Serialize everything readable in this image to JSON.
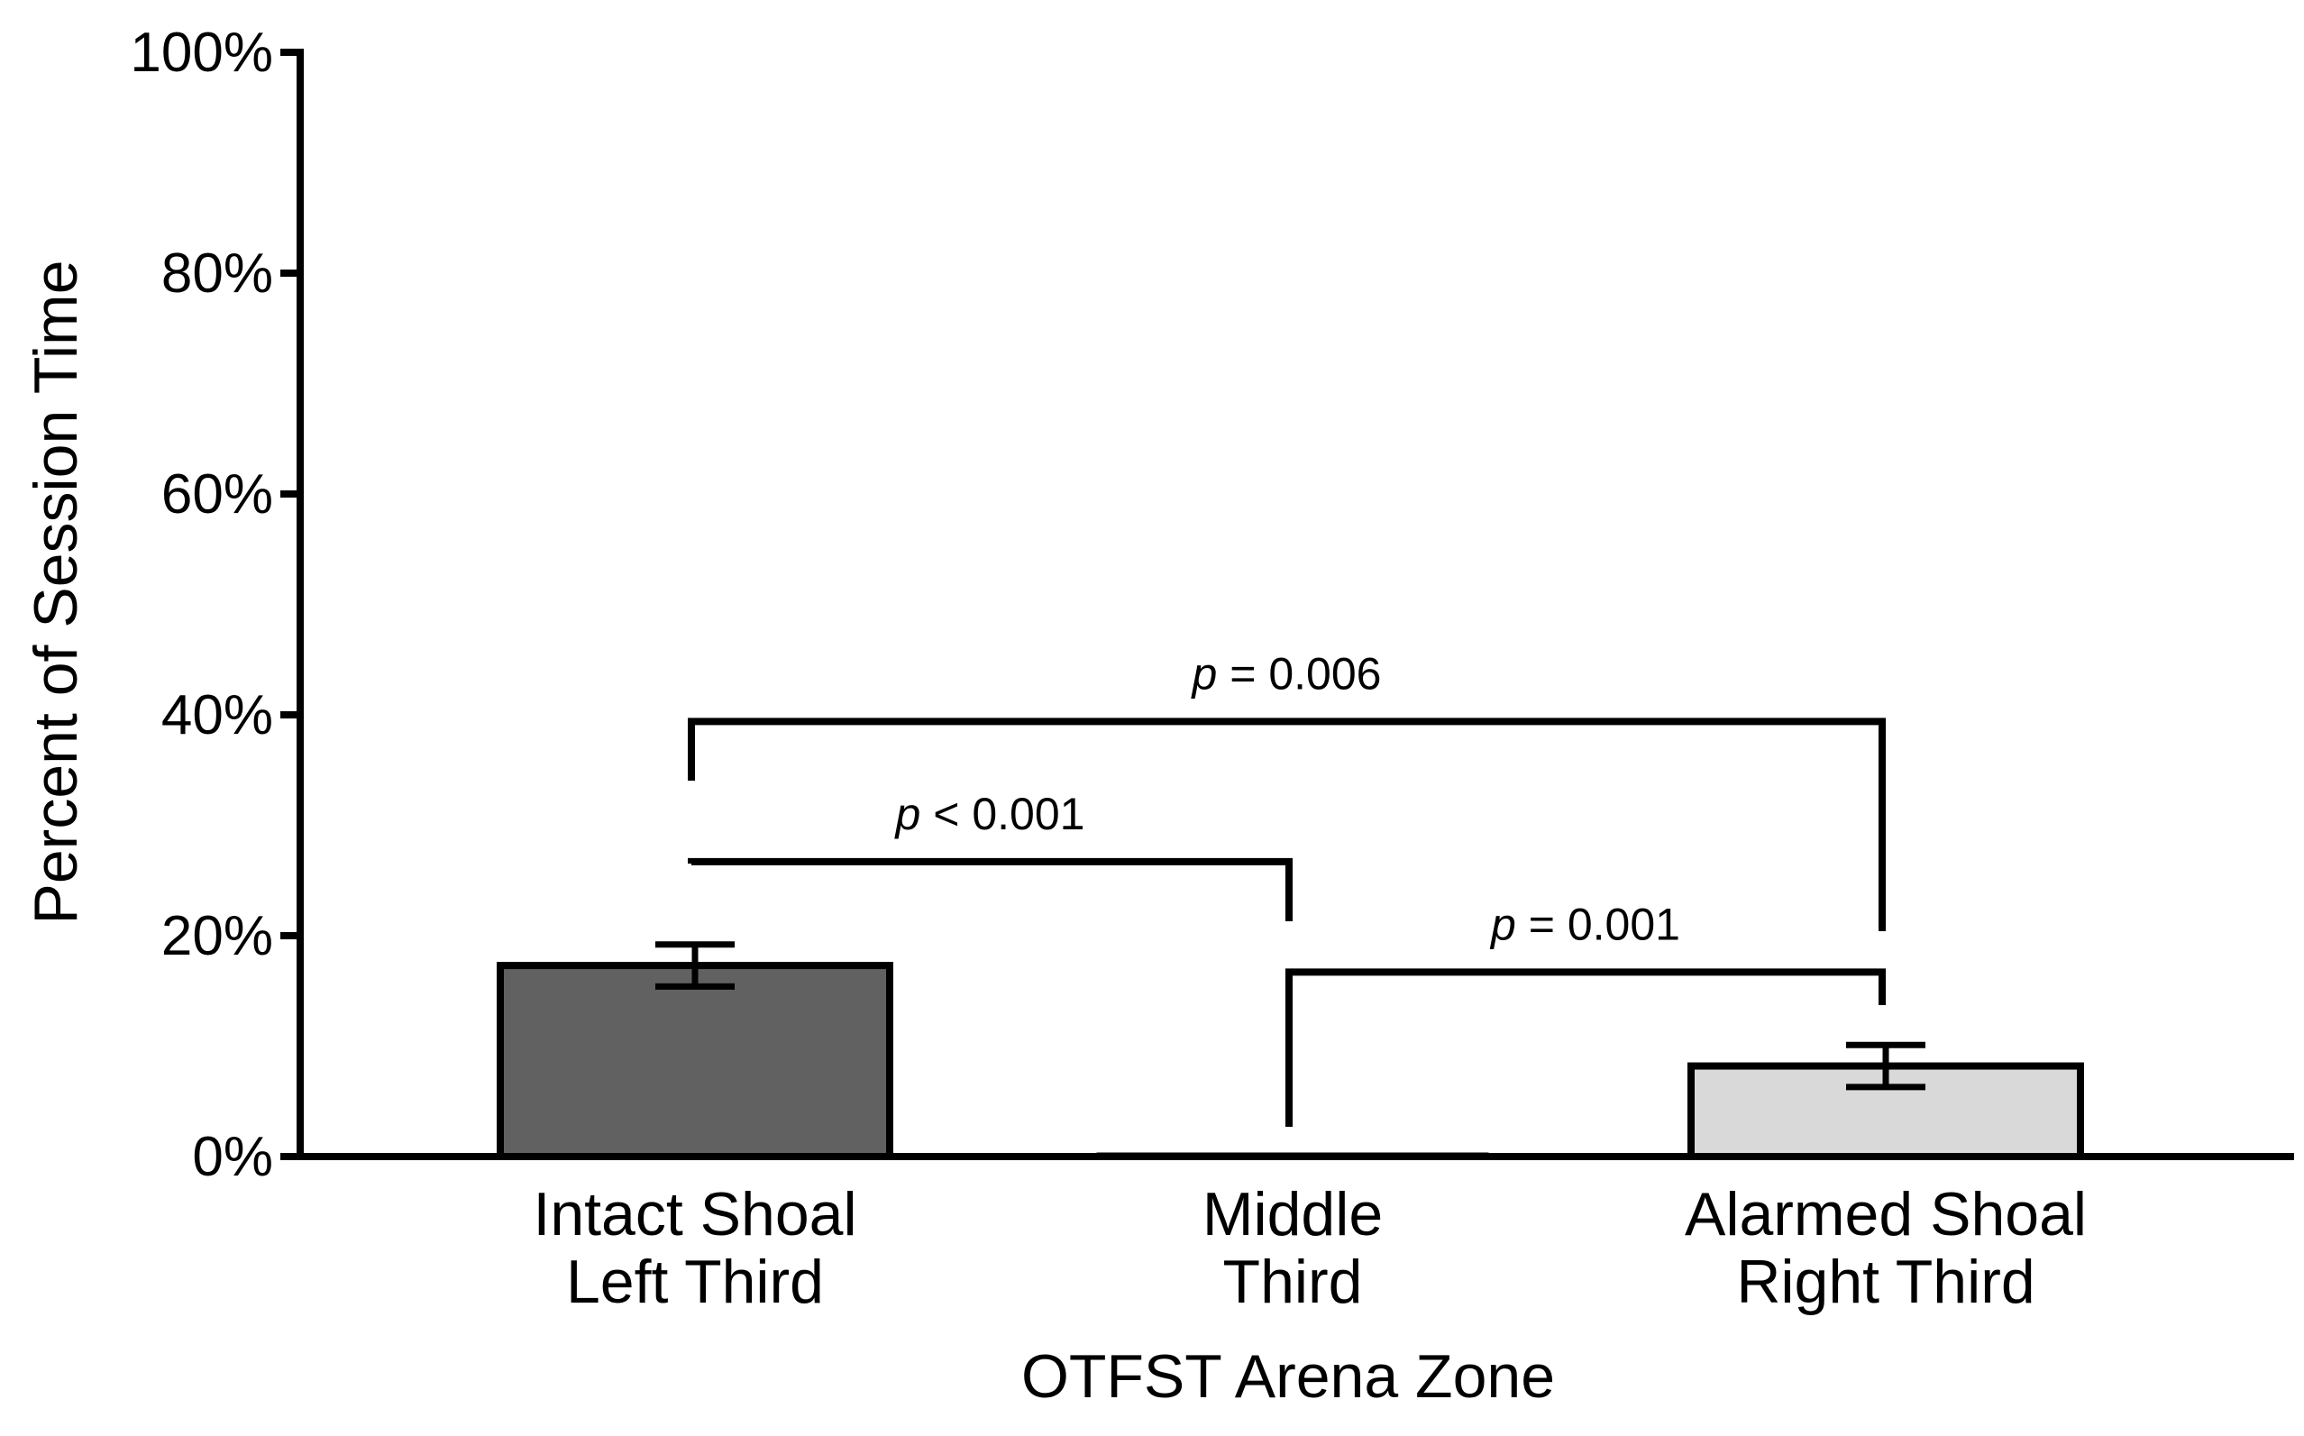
{
  "chart_data": {
    "type": "bar",
    "title": "",
    "xlabel": "OTFST  Arena Zone",
    "ylabel": "Percent of Session Time",
    "ylim": [
      0,
      100
    ],
    "yticks": [
      0,
      20,
      40,
      60,
      80,
      100
    ],
    "ytick_labels": [
      "0%",
      "20%",
      "40%",
      "60%",
      "80%",
      "100%"
    ],
    "grid": false,
    "legend": "none",
    "categories": [
      {
        "line1": "Intact Shoal",
        "line2": "Left Third"
      },
      {
        "line1": "Middle",
        "line2": "Third"
      },
      {
        "line1": "Alarmed Shoal",
        "line2": "Right Third"
      }
    ],
    "values": [
      17.3,
      0,
      8.2
    ],
    "error": [
      1.9,
      0,
      1.9
    ],
    "colors": [
      "#616161",
      "#ffffff",
      "#d9d9d9"
    ],
    "comparisons": [
      {
        "from": 0,
        "to": 1,
        "p_symbol": "p",
        "p_text": " < 0.001",
        "level": 26.7
      },
      {
        "from": 1,
        "to": 2,
        "p_symbol": "p",
        "p_text": " = 0.001",
        "level": 16.7
      },
      {
        "from": 0,
        "to": 2,
        "p_symbol": "p",
        "p_text": " = 0.006",
        "level": 39.4
      }
    ]
  }
}
